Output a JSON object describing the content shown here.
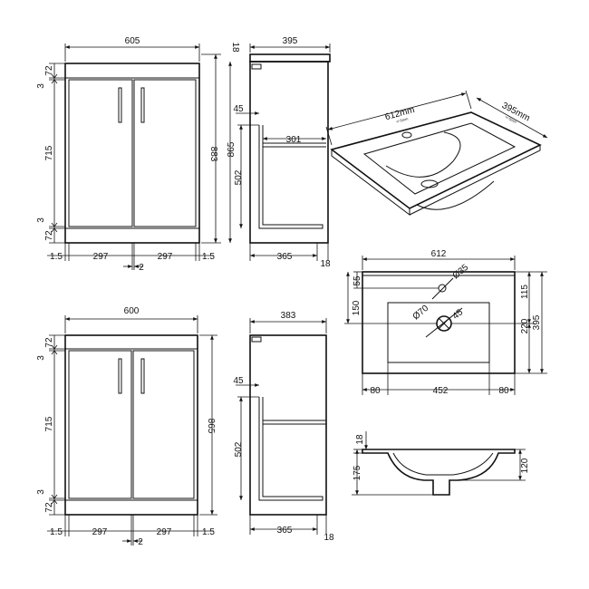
{
  "top_unit": {
    "front": {
      "width": "605",
      "height": "883",
      "top_gap": "3",
      "top_72": "72",
      "door_height": "715",
      "bottom_gap": "3",
      "bottom_72": "72",
      "left_margin": "1.5",
      "right_margin": "1.5",
      "door_left": "297",
      "door_right": "297",
      "center_gap": "2"
    },
    "side": {
      "depth": "395",
      "top_thk": "18",
      "inner_top": "45",
      "shelf_width": "301",
      "height": "865",
      "inner_height": "502",
      "bottom_depth": "365",
      "bottom_thk": "18"
    }
  },
  "bottom_unit": {
    "front": {
      "width": "600",
      "height": "865",
      "top_gap": "3",
      "top_72": "72",
      "door_height": "715",
      "bottom_gap": "3",
      "bottom_72": "72",
      "left_margin": "1.5",
      "right_margin": "1.5",
      "door_left": "297",
      "door_right": "297",
      "center_gap": "2"
    },
    "side": {
      "depth": "383",
      "inner_top": "45",
      "inner_height": "502",
      "bottom_depth": "365",
      "bottom_thk": "18"
    }
  },
  "basin_iso": {
    "width": "612mm",
    "width_tol": "+/-5mm",
    "depth": "395mm",
    "depth_tol": "+/-5mm"
  },
  "basin_plan": {
    "width": "612",
    "tap_dia": "Ø35",
    "waste_dia": "Ø70",
    "angle": "45",
    "top_55": "55",
    "height_150": "150",
    "right_115": "115",
    "right_220": "220",
    "right_395": "395",
    "bottom_left": "80",
    "bottom_mid": "452",
    "bottom_right": "80"
  },
  "basin_section": {
    "top_thk": "18",
    "depth_175": "175",
    "depth_120": "120"
  }
}
